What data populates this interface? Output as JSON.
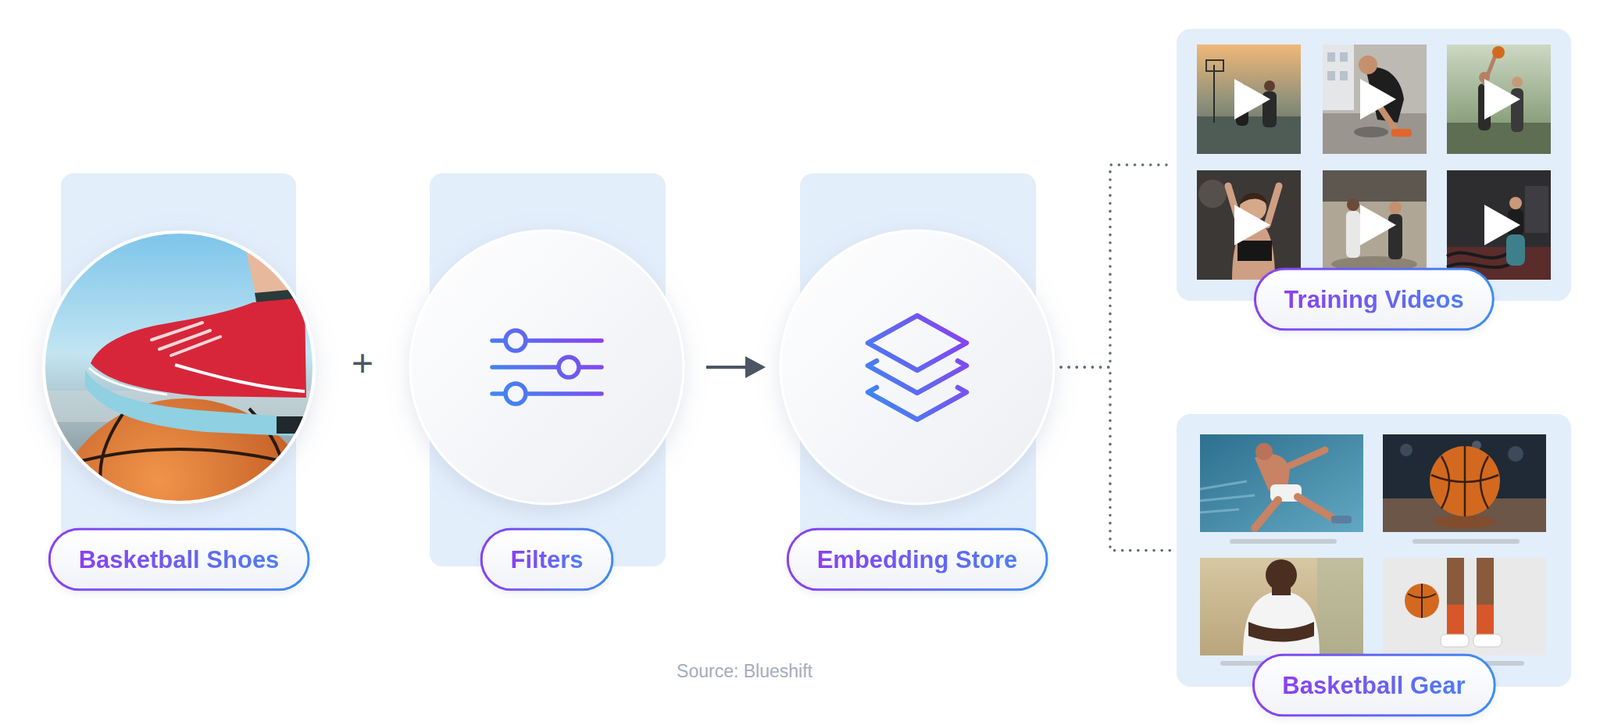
{
  "diagram": {
    "nodes": [
      {
        "text": [
          "Basketball Shoes"
        ]
      },
      {
        "text": [
          "Filters"
        ]
      },
      {
        "text": [
          "Embedding Store"
        ]
      },
      {
        "text": [
          "Training Videos"
        ]
      },
      {
        "text": [
          "Basketball Gear"
        ]
      }
    ],
    "edges": [
      {
        "from": 1,
        "to": 2,
        "arrow": "to"
      },
      {
        "from": 2,
        "to": 3,
        "arrow": "none"
      },
      {
        "from": 2,
        "to": 4,
        "arrow": "none"
      }
    ],
    "labels": [
      "+",
      "Source: Blueshift"
    ]
  }
}
